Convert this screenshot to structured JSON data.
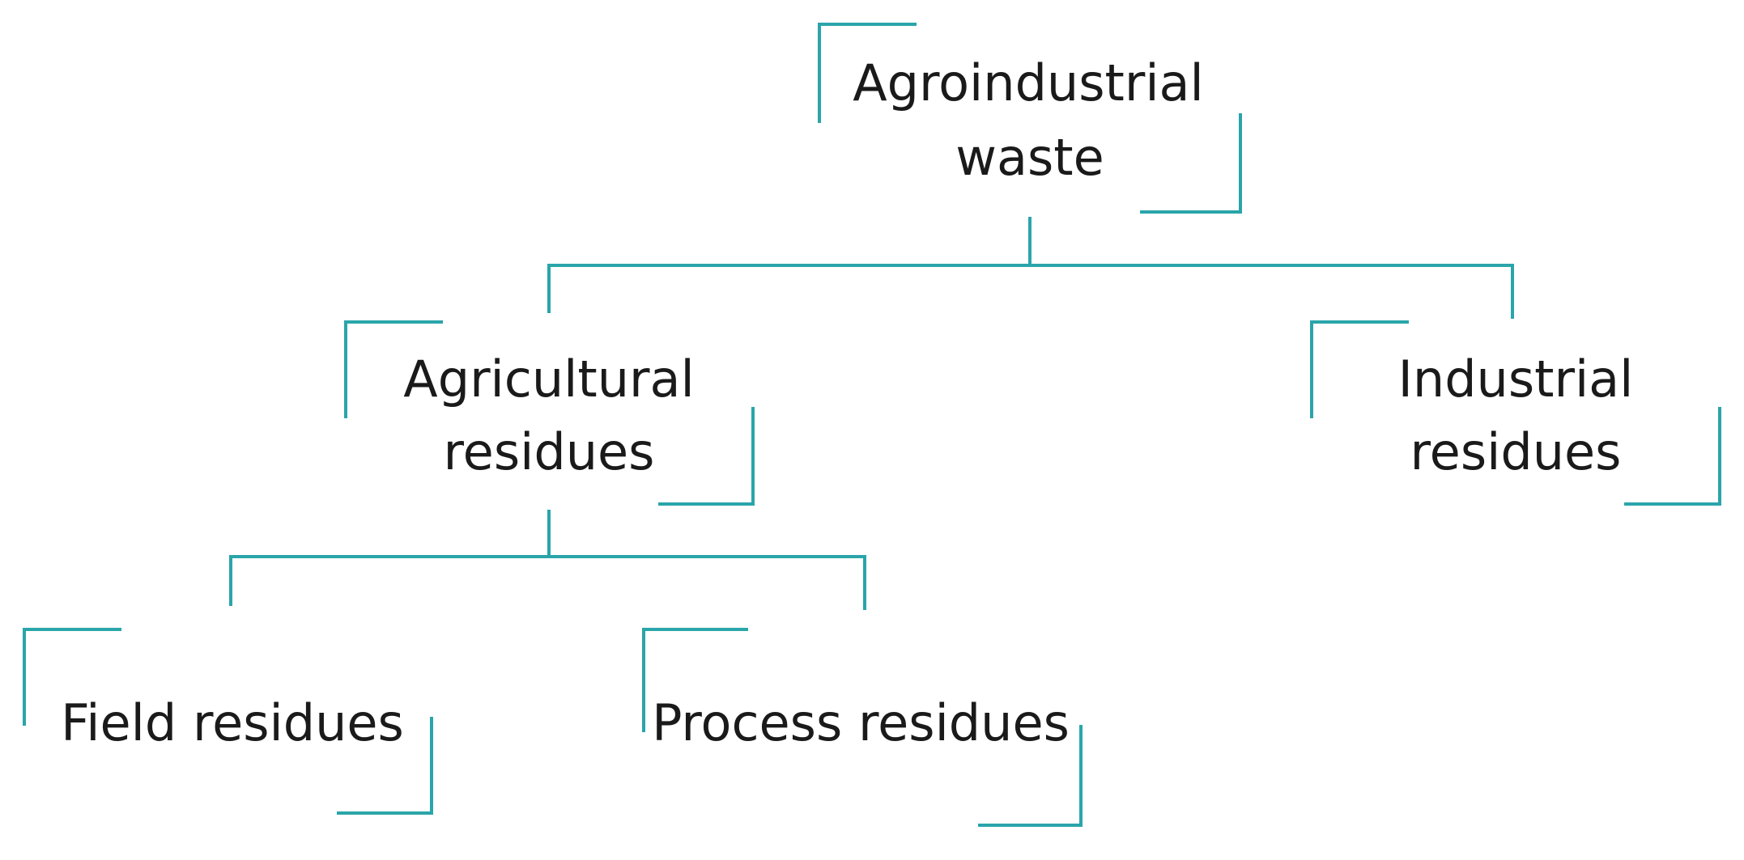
{
  "diagram": {
    "accent_color": "#2aa5aa",
    "root": {
      "line1": "Agroindustrial",
      "line2": "waste"
    },
    "agricultural": {
      "line1": "Agricultural",
      "line2": "residues"
    },
    "industrial": {
      "line1": "Industrial",
      "line2": "residues"
    },
    "field": {
      "label": "Field residues"
    },
    "process": {
      "label": "Process residues"
    }
  }
}
